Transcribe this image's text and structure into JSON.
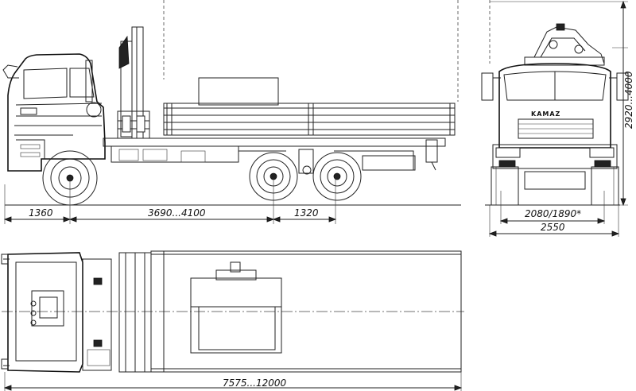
{
  "drawing": {
    "side_view": {
      "dimensions": {
        "front_overhang": "1360",
        "wheelbase": "3690...4100",
        "rear_axle_spacing": "1320",
        "total_height": "2920...4000"
      }
    },
    "front_view": {
      "dimensions": {
        "track_width": "2080/1890*",
        "overall_width": "2550"
      },
      "grille_logo": "KAMAZ"
    },
    "top_view": {
      "dimensions": {
        "overall_length": "7575...12000"
      }
    }
  }
}
